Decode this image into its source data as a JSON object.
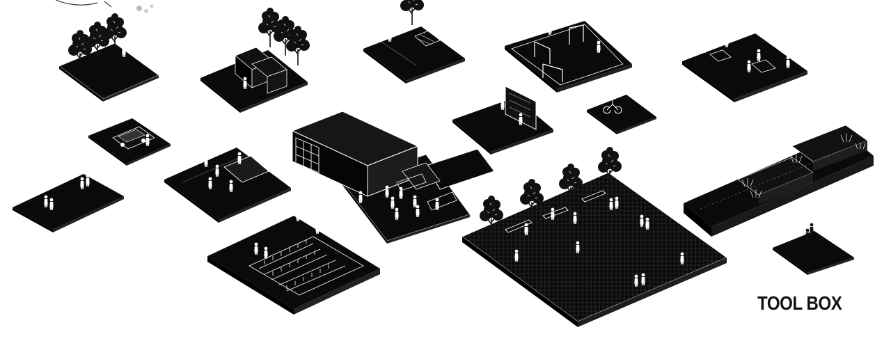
{
  "title": "TOOL BOX",
  "colors": {
    "ink": "#0a0a0a",
    "line": "#ffffff",
    "canopy": "#111111",
    "background": "#ffffff"
  },
  "tiles": [
    {
      "name": "tile-tree-grove"
    },
    {
      "name": "tile-pavilions-with-trees"
    },
    {
      "name": "tile-market-stall"
    },
    {
      "name": "tile-frame-installations"
    },
    {
      "name": "tile-cafe-seating"
    },
    {
      "name": "tile-parked-car"
    },
    {
      "name": "tile-billboard"
    },
    {
      "name": "tile-cyclist"
    },
    {
      "name": "tile-central-building"
    },
    {
      "name": "tile-planted-terraces"
    },
    {
      "name": "tile-small-gathering"
    },
    {
      "name": "tile-platform-stage"
    },
    {
      "name": "tile-strolling-pedestrians"
    },
    {
      "name": "tile-garden-beds"
    },
    {
      "name": "tile-tree-lined-plaza"
    },
    {
      "name": "tile-dog-walker"
    }
  ]
}
